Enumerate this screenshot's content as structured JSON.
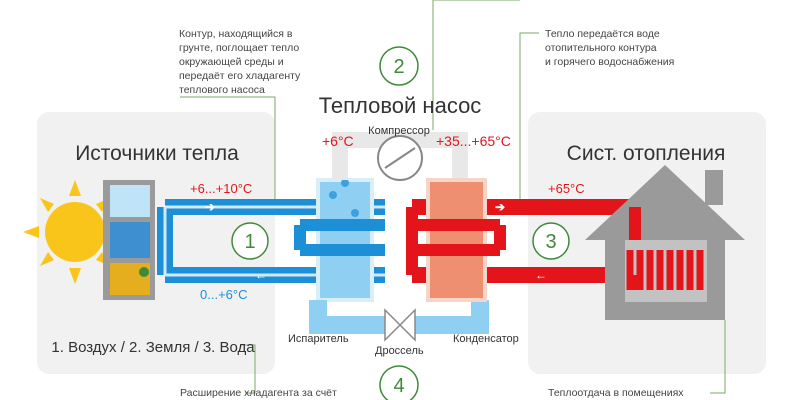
{
  "title": "Тепловой насос",
  "left_panel": {
    "title": "Источники тепла",
    "sources": "1. Воздух / 2. Земля / 3. Вода",
    "temp_in": "+6...+10°C",
    "temp_out": "0...+6°C"
  },
  "right_panel": {
    "title": "Сист. отопления",
    "temp": "+65°C"
  },
  "pump": {
    "temp_cold": "+6°C",
    "temp_hot": "+35...+65°C",
    "compressor": "Компрессор",
    "evaporator": "Испаритель",
    "throttle": "Дроссель",
    "condenser": "Конденсатор"
  },
  "steps": [
    {
      "number": "1",
      "text": [
        "Контур, находящийся в",
        "грунте, поглощает тепло",
        "окружающей среды и",
        "передаёт его хладагенту",
        "теплового насоса"
      ]
    },
    {
      "number": "2"
    },
    {
      "number": "3",
      "text": [
        "Тепло передаётся воде",
        "отопительного контура",
        "и горячего водоснабжения"
      ]
    },
    {
      "number": "4",
      "text": [
        "Расширение хладагента за счёт"
      ]
    }
  ],
  "footer_right": "Теплоотдача в помещениях",
  "colors": {
    "blue": "#1c8fd6",
    "red": "#e3151a",
    "green": "#3f8a3a",
    "panel": "#f1f1f1",
    "evap": "#8fd0f2",
    "cond": "#ee8f72"
  }
}
